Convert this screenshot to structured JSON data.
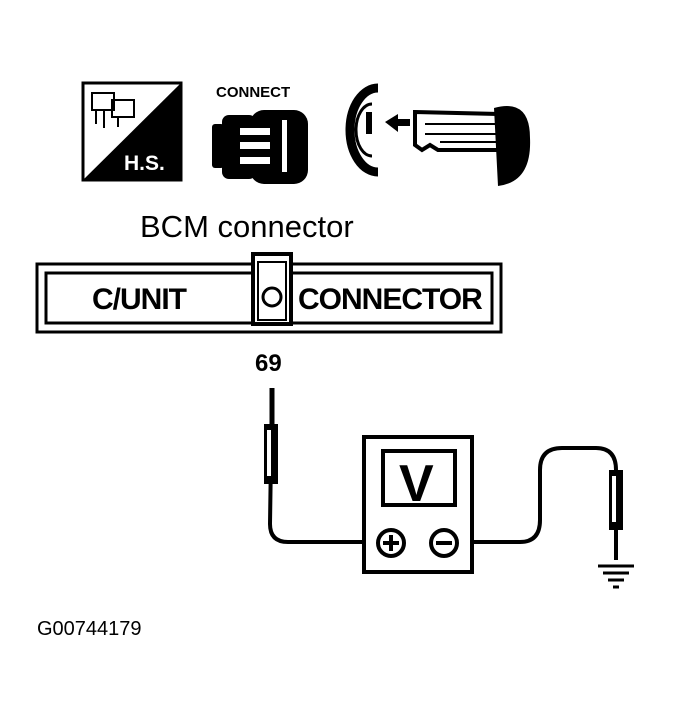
{
  "icons": {
    "harness_label": "H.S.",
    "connect_label": "CONNECT",
    "names": [
      "harness-sign-icon",
      "connector-icon",
      "ignition-key-icon"
    ]
  },
  "connector": {
    "title": "BCM connector",
    "left_label": "C/UNIT",
    "right_label": "CONNECTOR",
    "pin_number": "69"
  },
  "meter": {
    "unit_label": "V",
    "positive_symbol": "+",
    "negative_symbol": "−"
  },
  "figure_id": "G00744179",
  "colors": {
    "ink": "#000000",
    "paper": "#ffffff"
  }
}
